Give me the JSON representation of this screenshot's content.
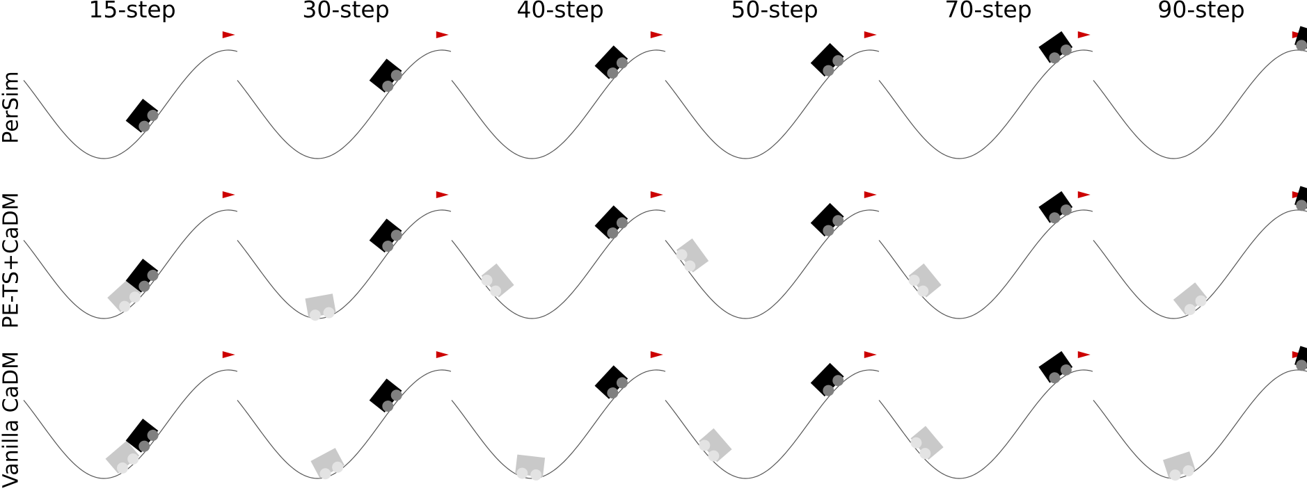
{
  "columns": [
    "15-step",
    "30-step",
    "40-step",
    "50-step",
    "70-step",
    "90-step"
  ],
  "rows": [
    "PerSim",
    "PE-TS+CaDM",
    "Vanilla CaDM"
  ],
  "colors": {
    "primary_car": "#000000",
    "ghost_car": "#c9c9c9",
    "wheel": "#808080",
    "ghost_wheel": "#e3e3e3",
    "flag": "#cc0000",
    "track": "#555555"
  },
  "panels": [
    [
      {
        "main": 0.6,
        "ghost": null
      },
      {
        "main": 0.74,
        "ghost": null
      },
      {
        "main": 0.79,
        "ghost": null
      },
      {
        "main": 0.8,
        "ghost": null
      },
      {
        "main": 0.86,
        "ghost": null
      },
      {
        "main": 1.0,
        "ghost": null
      }
    ],
    [
      {
        "main": 0.6,
        "ghost": 0.51
      },
      {
        "main": 0.74,
        "ghost": 0.4
      },
      {
        "main": 0.79,
        "ghost": 0.17
      },
      {
        "main": 0.8,
        "ghost": 0.08
      },
      {
        "main": 0.86,
        "ghost": 0.17
      },
      {
        "main": 1.0,
        "ghost": 0.49
      }
    ],
    [
      {
        "main": 0.6,
        "ghost": 0.5
      },
      {
        "main": 0.74,
        "ghost": 0.45
      },
      {
        "main": 0.79,
        "ghost": 0.36
      },
      {
        "main": 0.8,
        "ghost": 0.19
      },
      {
        "main": 0.86,
        "ghost": 0.18
      },
      {
        "main": 1.0,
        "ghost": 0.42
      }
    ]
  ]
}
